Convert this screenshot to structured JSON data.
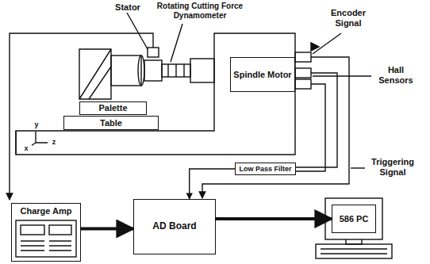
{
  "diagram": {
    "nodes": [
      {
        "text": [
          "Spindle Motor"
        ]
      },
      {
        "text": [
          "Palette"
        ]
      },
      {
        "text": [
          "Table"
        ]
      },
      {
        "text": [
          "Low Pass Filter"
        ]
      },
      {
        "text": [
          "Charge Amp"
        ]
      },
      {
        "text": [
          "AD Board"
        ]
      },
      {
        "text": [
          "586 PC"
        ]
      }
    ],
    "edges": [
      {
        "from": 4,
        "to": 5,
        "arrow": "to"
      },
      {
        "from": 5,
        "to": 6,
        "arrow": "to"
      },
      {
        "from": 3,
        "to": 5,
        "arrow": "to"
      }
    ],
    "labels": [
      "Stator",
      "Rotating Cutting Force Dynamometer",
      "Encoder Signal",
      "Hall Sensors",
      "Triggering Signal",
      "y",
      "x",
      "z"
    ]
  }
}
